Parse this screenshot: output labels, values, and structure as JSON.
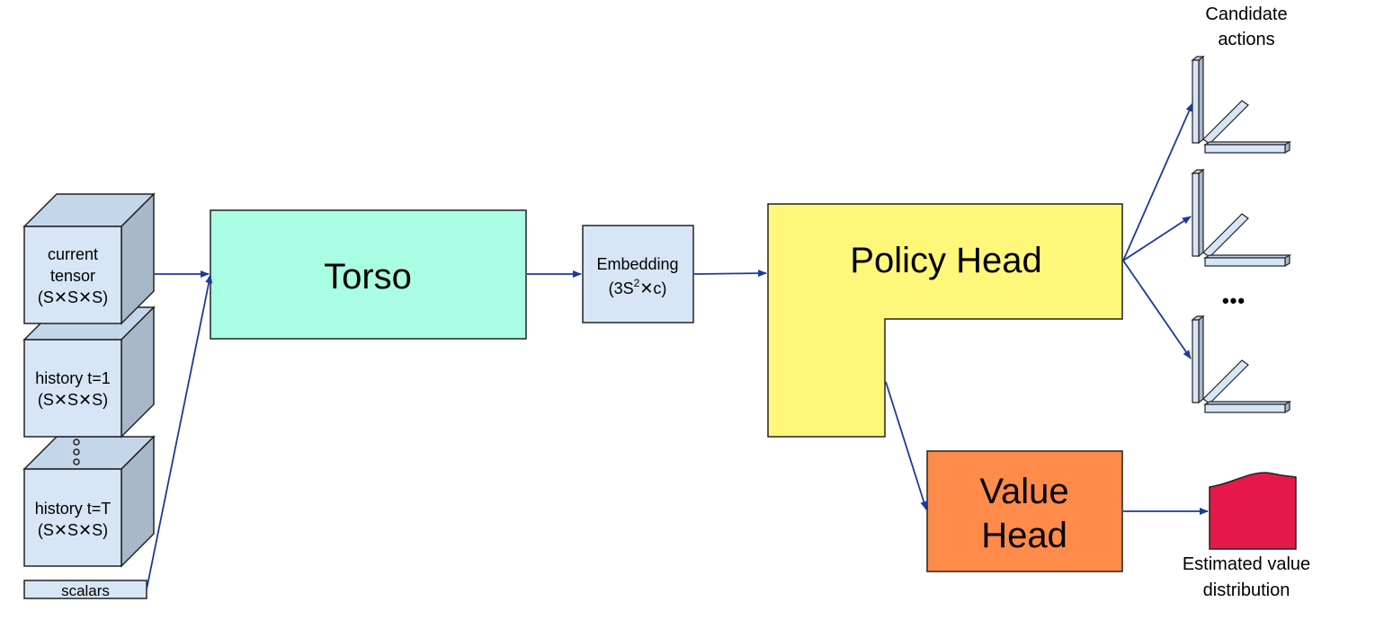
{
  "inputs": {
    "current_line1": "current",
    "current_line2": "tensor",
    "current_line3": "(S✕S✕S)",
    "history1_line1": "history t=1",
    "history1_line2": "(S✕S✕S)",
    "historyT_line1": "history t=T",
    "historyT_line2": "(S✕S✕S)",
    "scalars": "scalars"
  },
  "torso": {
    "label": "Torso"
  },
  "embedding": {
    "line1": "Embedding",
    "line2_pre": "(3S",
    "line2_sup": "2",
    "line2_post": "✕c)"
  },
  "policy_head": {
    "label": "Policy Head"
  },
  "value_head": {
    "line1": "Value",
    "line2": "Head"
  },
  "candidate_actions": {
    "line1": "Candidate",
    "line2": "actions",
    "ellipsis": "•••"
  },
  "value_distribution": {
    "line1": "Estimated value",
    "line2": "distribution"
  },
  "colors": {
    "cube_front": "#d6e6f6",
    "cube_top": "#c4d6ea",
    "cube_side": "#a7b8c8",
    "torso": "#a8fde2",
    "embedding": "#d6e6f6",
    "policy_head": "#fff77a",
    "value_head": "#ff8b4a",
    "distribution": "#e4194a",
    "arrow": "#1c3a9a"
  }
}
